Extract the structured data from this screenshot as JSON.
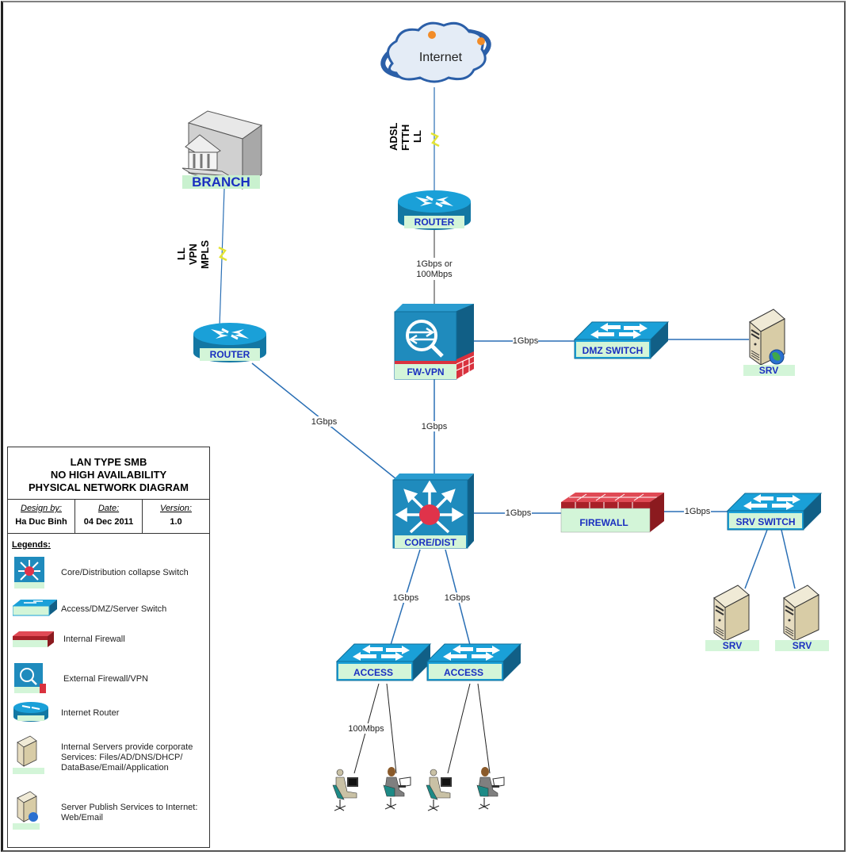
{
  "nodes": {
    "internet": {
      "label": "Internet"
    },
    "branch": {
      "label": "BRANCH"
    },
    "router_top": {
      "label": "ROUTER"
    },
    "router_branch": {
      "label": "ROUTER"
    },
    "fw_vpn": {
      "label": "FW-VPN"
    },
    "dmz_switch": {
      "label": "DMZ SWITCH"
    },
    "dmz_srv": {
      "label": "SRV"
    },
    "core": {
      "label": "CORE/DIST"
    },
    "firewall": {
      "label": "FIREWALL"
    },
    "srv_switch": {
      "label": "SRV SWITCH"
    },
    "srv1": {
      "label": "SRV"
    },
    "srv2": {
      "label": "SRV"
    },
    "access1": {
      "label": "ACCESS"
    },
    "access2": {
      "label": "ACCESS"
    }
  },
  "links": {
    "internet_router": [
      "ADSL",
      "FTTH",
      "LL"
    ],
    "branch_router": [
      "LL",
      "VPN",
      "MPLS"
    ],
    "router_fw": [
      "1Gbps or",
      "100Mbps"
    ],
    "fw_dmz": "1Gbps",
    "branch_core": "1Gbps",
    "fw_core": "1Gbps",
    "core_firewall": "1Gbps",
    "firewall_srvswitch": "1Gbps",
    "core_access1": "1Gbps",
    "core_access2": "1Gbps",
    "access_pc": "100Mbps"
  },
  "legend": {
    "title_lines": [
      "LAN TYPE SMB",
      "NO HIGH AVAILABILITY",
      "PHYSICAL NETWORK DIAGRAM"
    ],
    "design_by_caption": "Design by:",
    "design_by": "Ha Duc Binh",
    "date_caption": "Date:",
    "date": "04 Dec 2011",
    "version_caption": "Version:",
    "version": "1.0",
    "heading": "Legends:",
    "items": [
      {
        "icon": "core-switch-icon",
        "text": "Core/Distribution collapse Switch"
      },
      {
        "icon": "switch-icon",
        "text": "Access/DMZ/Server Switch"
      },
      {
        "icon": "firewall-icon",
        "text": "Internal Firewall"
      },
      {
        "icon": "fw-vpn-icon",
        "text": "External Firewall/VPN"
      },
      {
        "icon": "router-icon",
        "text": "Internet Router"
      },
      {
        "icon": "server-icon",
        "text": "Internal Servers provide corporate Services: Files/AD/DNS/DHCP/ DataBase/Email/Application"
      },
      {
        "icon": "web-server-icon",
        "text": "Server Publish Services to Internet: Web/Email"
      }
    ]
  },
  "colors": {
    "device_blue": "#1aa0d8",
    "device_dark": "#1377a3",
    "label_bg": "#d3f5d8",
    "label_text": "#1a2fc0",
    "link": "#2a6fb5",
    "firewall_red": "#d9323e"
  }
}
